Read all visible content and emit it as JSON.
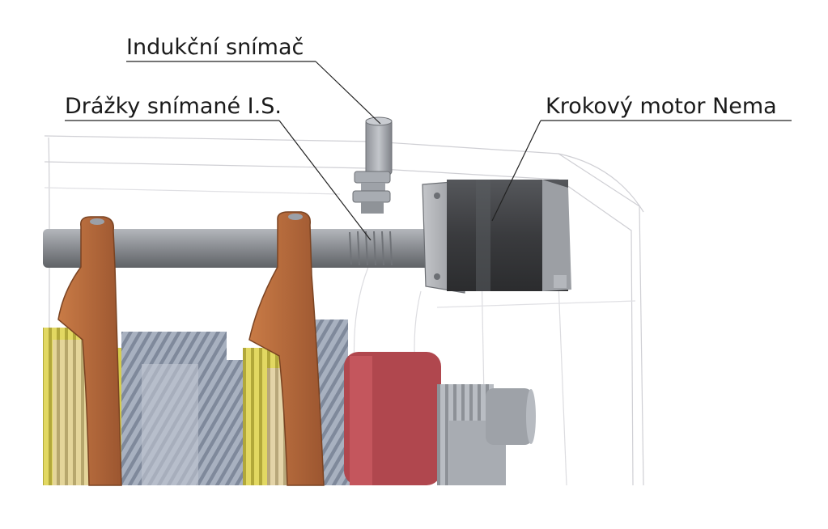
{
  "labels": {
    "inductive_sensor": "Indukční snímač",
    "grooves": "Drážky snímané I.S.",
    "stepper_motor": "Krokový motor Nema"
  },
  "colors": {
    "shaft": "#8c8f94",
    "fork": "#b86a3a",
    "motor_body": "#3a3b3e",
    "motor_flange": "#a9abb0",
    "gear_steel": "#9aa4b5",
    "gear_yellow": "#d8cf52",
    "gear_tan": "#d8c79c",
    "gear_red": "#b0474e",
    "housing_line": "#c8c8cc",
    "leader_line": "#222222"
  }
}
